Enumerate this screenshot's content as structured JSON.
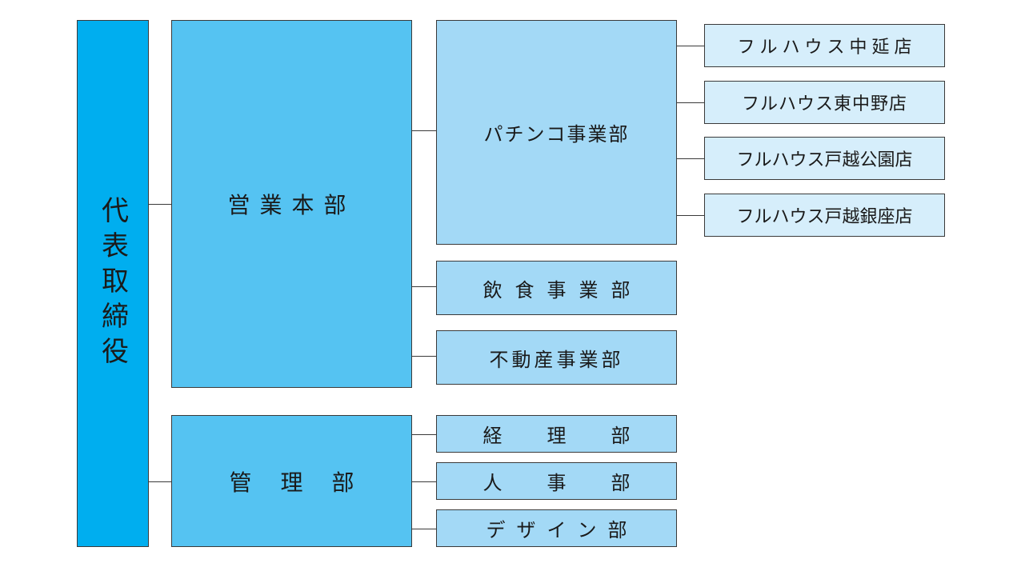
{
  "ceo": {
    "label": "代表取締役"
  },
  "divisions": {
    "sales": {
      "label": "営業本部"
    },
    "admin": {
      "label": "管理部"
    }
  },
  "sales_departments": [
    {
      "label": "パチンコ事業部"
    },
    {
      "label": "飲食事業部"
    },
    {
      "label": "不動産事業部"
    }
  ],
  "admin_departments": [
    {
      "label": "経理部"
    },
    {
      "label": "人事部"
    },
    {
      "label": "デザイン部"
    }
  ],
  "stores": [
    {
      "label": "フルハウス中延店"
    },
    {
      "label": "フルハウス東中野店"
    },
    {
      "label": "フルハウス戸越公園店"
    },
    {
      "label": "フルハウス戸越銀座店"
    }
  ],
  "colors": {
    "level0": "#00aeef",
    "level1": "#55c3f2",
    "level2": "#a3d9f6",
    "level3": "#d6eefb",
    "line": "#3a3a3a"
  }
}
